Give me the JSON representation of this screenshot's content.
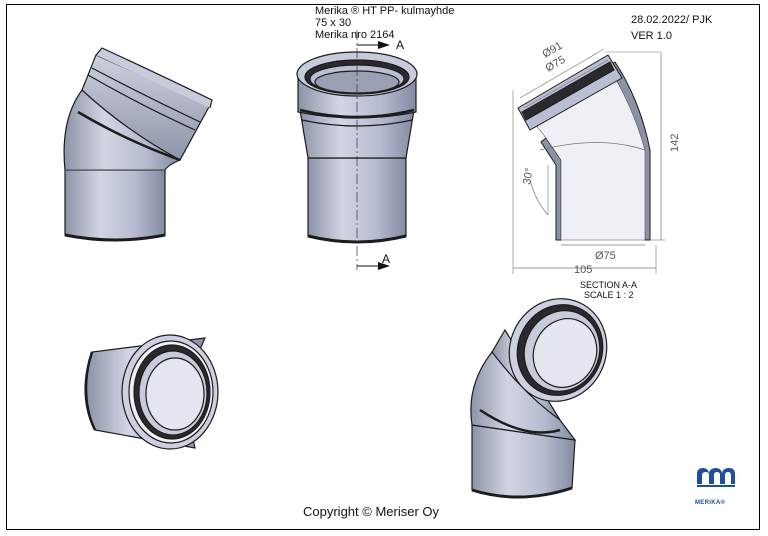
{
  "title_block": {
    "product": "Merika ® HT PP- kulmayhde",
    "size": "75 x 30",
    "number": "Merika nro  2164",
    "date": "28.02.2022/ PJK",
    "version": "VER 1.0"
  },
  "section": {
    "marker_top": "A",
    "marker_bottom": "A",
    "name": "SECTION A-A",
    "scale": "SCALE 1 : 2"
  },
  "dimensions": {
    "outer_diameter": "Ø91",
    "inner_diameter": "Ø75",
    "bottom_diameter": "Ø75",
    "height": "142",
    "width": "105",
    "angle": "30°"
  },
  "footer": {
    "copyright": "Copyright © Meriser Oy",
    "brand": "MERIKA®"
  },
  "colors": {
    "pipe_fill": "#b9bed2",
    "pipe_light": "#d9dce8",
    "pipe_dark": "#7c8296",
    "outline": "#1c1c1c",
    "brand_blue": "#1f4e9c"
  }
}
